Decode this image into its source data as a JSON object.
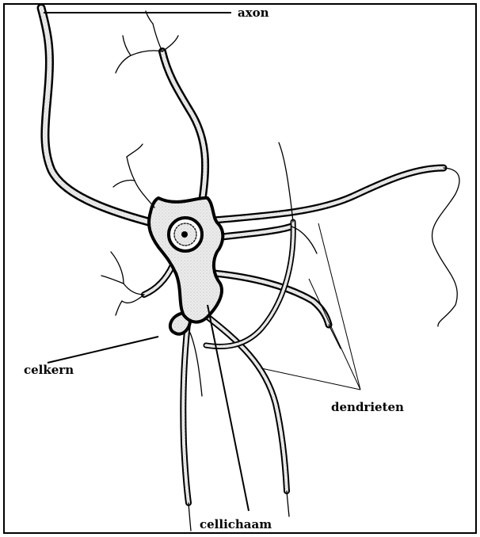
{
  "labels": {
    "axon": "axon",
    "celkern": "celkern",
    "dendrieten": "dendrieten",
    "cellichaam": "cellichaam"
  },
  "colors": {
    "ink": "#000000",
    "cytoplasm": "#e6e6e6",
    "background": "#ffffff"
  }
}
